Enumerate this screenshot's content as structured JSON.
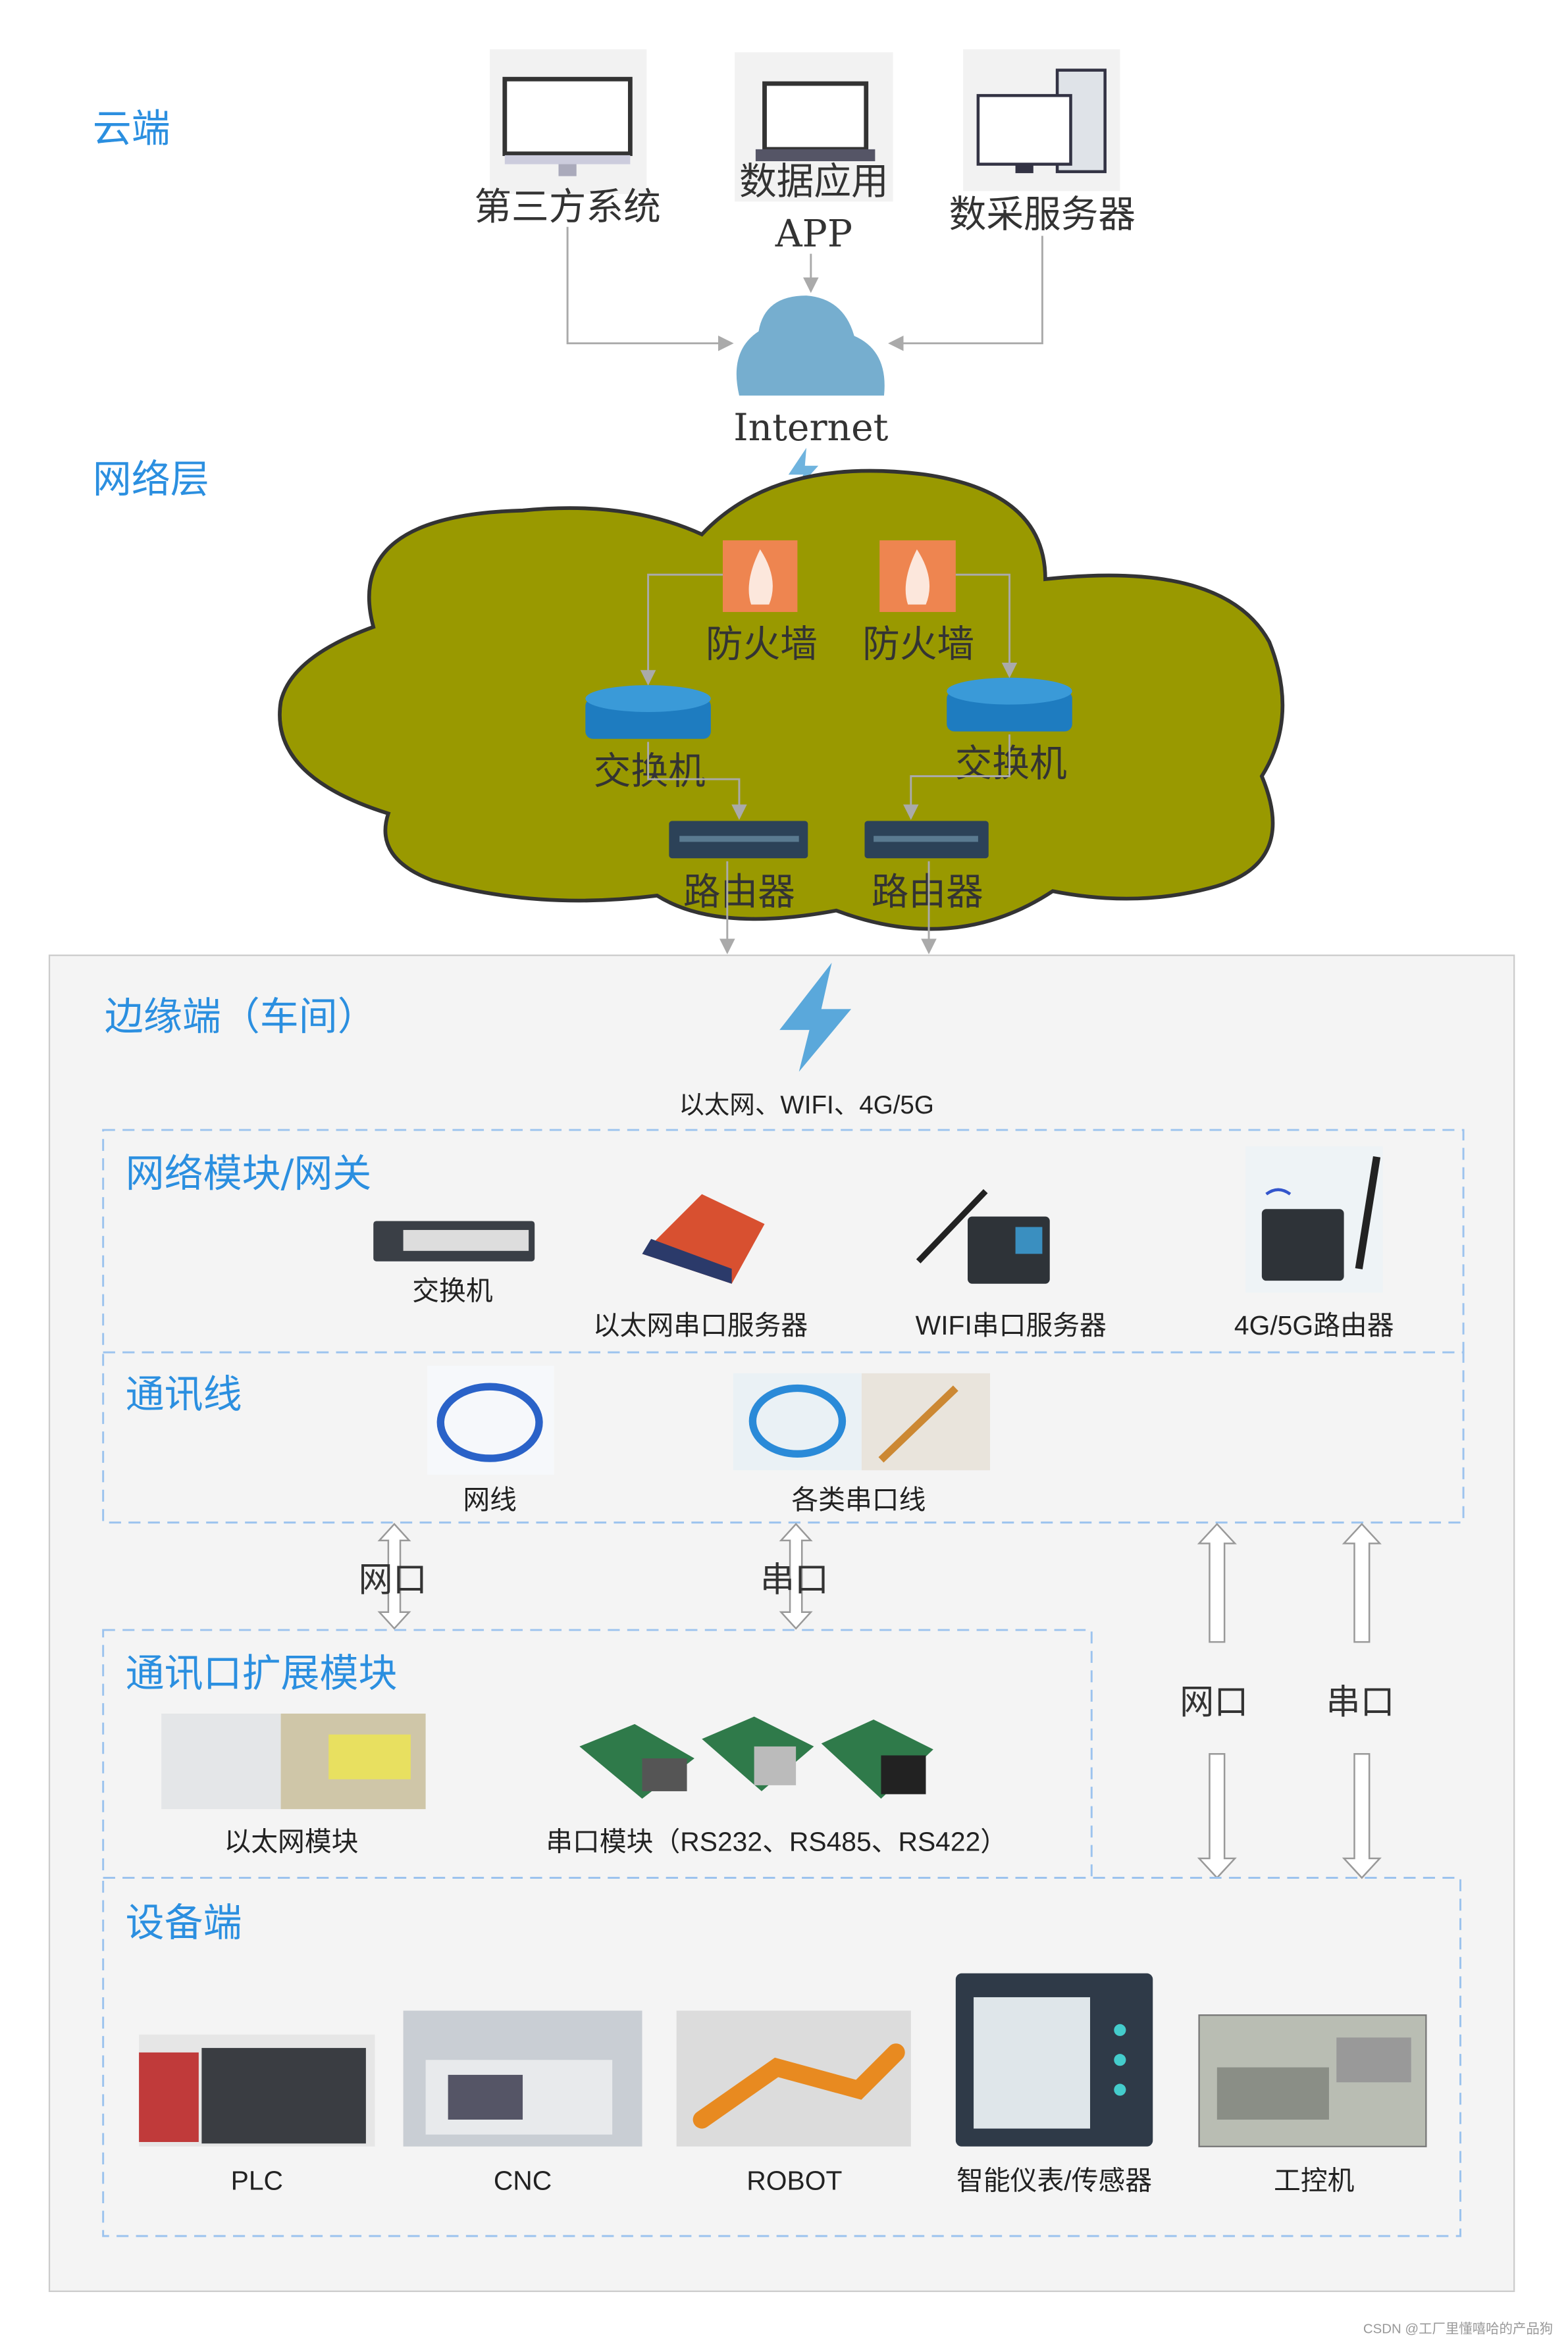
{
  "colors": {
    "section_title": "#2b8fe0",
    "network_cloud": "#999900",
    "internet_cloud": "#76aecf",
    "edge_background": "#f4f4f4",
    "dashed_border": "#9cc3ee"
  },
  "cloud": {
    "title": "云端",
    "nodes": [
      {
        "label": "第三方系统",
        "icon": "monitor-icon"
      },
      {
        "label": "数据应用",
        "label2": "APP",
        "icon": "laptop-icon"
      },
      {
        "label": "数采服务器",
        "icon": "server-icon"
      }
    ],
    "internet": "Internet"
  },
  "network": {
    "title": "网络层",
    "firewalls": [
      "防火墙",
      "防火墙"
    ],
    "switches": [
      "交换机",
      "交换机"
    ],
    "routers": [
      "路由器",
      "路由器"
    ]
  },
  "edge": {
    "title": "边缘端（车间）",
    "link_label": "以太网、WIFI、4G/5G",
    "gateway": {
      "title": "网络模块/网关",
      "items": [
        "交换机",
        "以太网串口服务器",
        "WIFI串口服务器",
        "4G/5G路由器"
      ]
    },
    "cables": {
      "title": "通讯线",
      "items": [
        "网线",
        "各类串口线"
      ]
    },
    "ports": {
      "left": [
        "网口",
        "串口"
      ],
      "right": [
        "网口",
        "串口"
      ]
    },
    "expansion": {
      "title": "通讯口扩展模块",
      "items": [
        "以太网模块",
        "串口模块（RS232、RS485、RS422）"
      ]
    },
    "devices": {
      "title": "设备端",
      "items": [
        "PLC",
        "CNC",
        "ROBOT",
        "智能仪表/传感器",
        "工控机"
      ]
    }
  },
  "watermark": "CSDN @工厂里懂嘻哈的产品狗"
}
